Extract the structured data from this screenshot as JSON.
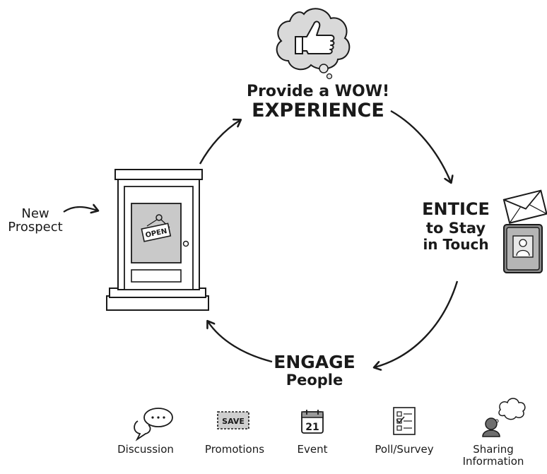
{
  "stages": {
    "wow_line1": "Provide a WOW!",
    "wow_line2": "EXPERIENCE",
    "entice_line1": "ENTICE",
    "entice_line2": "to Stay",
    "entice_line3": "in Touch",
    "engage_line1": "ENGAGE",
    "engage_line2": "People",
    "prospect_line1": "New",
    "prospect_line2": "Prospect"
  },
  "door": {
    "sign": "OPEN"
  },
  "engagement_icons": [
    {
      "label": "Discussion",
      "icon": "speech-bubble-icon"
    },
    {
      "label": "Promotions",
      "icon": "save-coupon-icon",
      "badge": "SAVE"
    },
    {
      "label": "Event",
      "icon": "calendar-icon",
      "badge": "21"
    },
    {
      "label": "Poll/Survey",
      "icon": "checklist-icon"
    },
    {
      "label": "Sharing",
      "label2": "Information",
      "icon": "person-thought-icon"
    }
  ],
  "colors": {
    "ink": "#1a1a1a",
    "grey": "#bdbdbd",
    "light": "#e6e6e6"
  }
}
